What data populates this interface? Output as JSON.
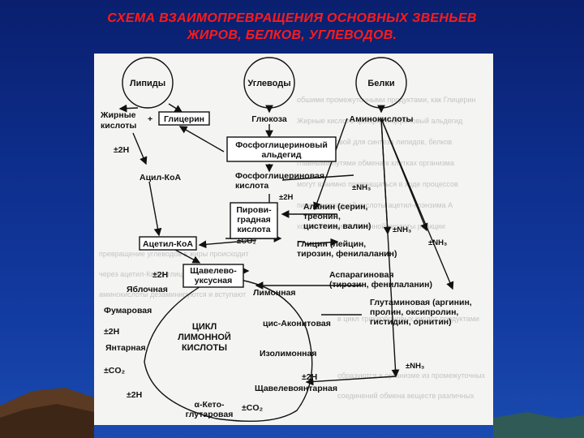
{
  "title": {
    "line1": "СХЕМА ВЗАИМОПРЕВРАЩЕНИЯ ОСНОВНЫХ ЗВЕНЬЕВ",
    "line2": "ЖИРОВ, БЕЛКОВ, УГЛЕВОДОВ."
  },
  "colors": {
    "background": "#0d2d8a",
    "title": "#ff1a1a",
    "figure": "#f4f4f2",
    "ink": "#111111"
  },
  "diagram": {
    "circles": {
      "lipids": "Липиды",
      "carbs": "Углеводы",
      "proteins": "Белки"
    },
    "fatty_acids_1": "Жирные",
    "fatty_acids_2": "кислоты",
    "plus": "+",
    "glycerol": "Глицерин",
    "glucose": "Глюкоза",
    "amino_acids": "Аминокислоты",
    "pga_1": "Фосфоглицериновый",
    "pga_2": "альдегид",
    "h2_a": "±2Н",
    "acyl_coa": "Ацил-КоА",
    "pgacid_1": "Фосфоглицериновая",
    "pgacid_2": "кислота",
    "nh3_a": "±NH₃",
    "h2_b": "±2Н",
    "pyruvate_1": "Пирови-",
    "pyruvate_2": "градная",
    "pyruvate_3": "кислота",
    "alanine_1": "Аланин (серин,",
    "alanine_2": "треонин,",
    "alanine_3": "цистеин, валин)",
    "nh3_b": "±NH₃",
    "nh3_c": "±NH₃",
    "co2_a": "±CO₂",
    "acetyl_coa": "Ацетил-КоА",
    "glycine_1": "Глицин (лейцин,",
    "glycine_2": "тирозин, фенилаланин)",
    "h2_c": "±2Н",
    "oxaloacetate_1": "Щавелево-",
    "oxaloacetate_2": "уксусная",
    "aspartic_1": "Аспарагиновая",
    "aspartic_2": "(тирозин, фенилаланин)",
    "malic": "Яблочная",
    "citric": "Лимонная",
    "fumaric": "Фумаровая",
    "cis_aconitic": "цис-Аконитовая",
    "glutamic_1": "Глутаминовая (аргинин,",
    "glutamic_2": "пролин, оксипролин,",
    "glutamic_3": "гистидин, орнитин)",
    "h2_d": "±2Н",
    "cycle_1": "ЦИКЛ",
    "cycle_2": "ЛИМОННОЙ",
    "cycle_3": "КИСЛОТЫ",
    "succinic": "Янтарная",
    "isocitric": "Изолимонная",
    "co2_b": "±CO₂",
    "h2_e": "±2Н",
    "nh3_d": "±NH₃",
    "oxalosuccinic": "Щавелевоянтарная",
    "h2_f": "±2Н",
    "ketoglutaric_1": "α-Кето-",
    "ketoglutaric_2": "глутаровая",
    "co2_c": "±CO₂"
  }
}
